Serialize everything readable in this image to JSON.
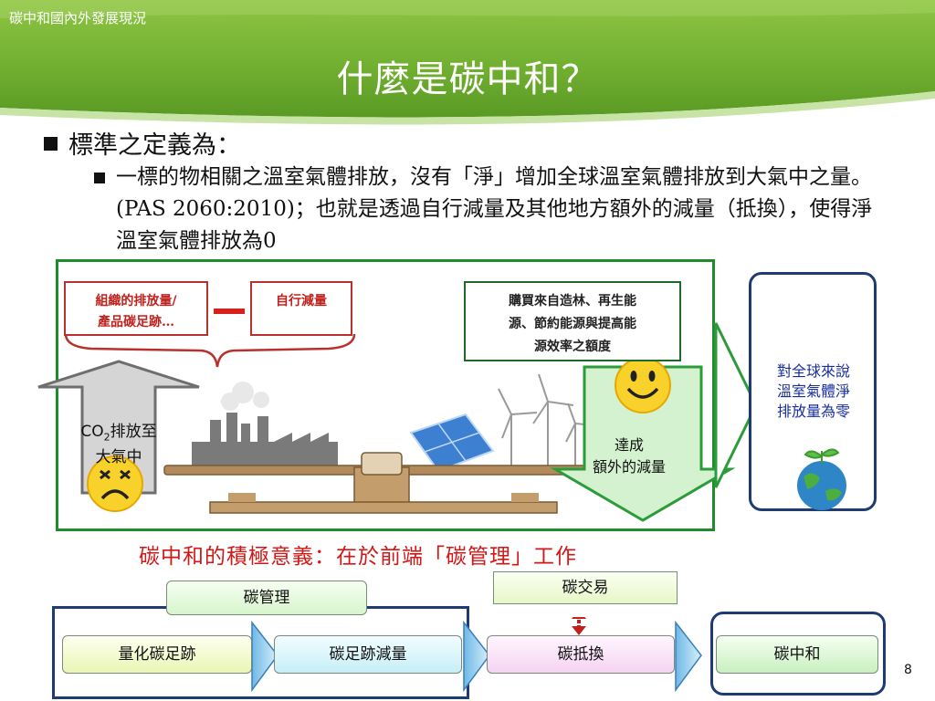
{
  "header": {
    "section_label": "碳中和國內外發展現況",
    "title": "什麼是碳中和？"
  },
  "bullets": {
    "level1": "標準之定義為：",
    "level2": "一標的物相關之溫室氣體排放，沒有「淨」增加全球溫室氣體排放到大氣中之量。(PAS 2060:2010)；也就是透過自行減量及其他地方額外的減量（抵換），使得淨溫室氣體排放為0"
  },
  "diagram": {
    "emission_box": [
      "組織的排放量/",
      "產品碳足跡…"
    ],
    "reduce_box": "自行減量",
    "offset_box": [
      "購買來自造林、再生能",
      "源、節約能源與提高能",
      "源效率之額度"
    ],
    "co2_prefix": "CO",
    "co2_sub": "2",
    "co2_suffix": "排放至",
    "co2_line2": "大氣中",
    "offset_arrow": [
      "達成",
      "額外的減量"
    ],
    "global_result": [
      "對全球來說",
      "溫室氣體淨",
      "排放量為零"
    ]
  },
  "significance": "碳中和的積極意義：在於前端「碳管理」工作",
  "process": {
    "management": "碳管理",
    "trading": "碳交易",
    "steps": [
      "量化碳足跡",
      "碳足跡減量",
      "碳抵換",
      "碳中和"
    ]
  },
  "page_number": "8",
  "colors": {
    "header_green": "#7bb73a",
    "frame_green": "#1f8d2a",
    "accent_red": "#d31717",
    "navy": "#1f3b73"
  }
}
